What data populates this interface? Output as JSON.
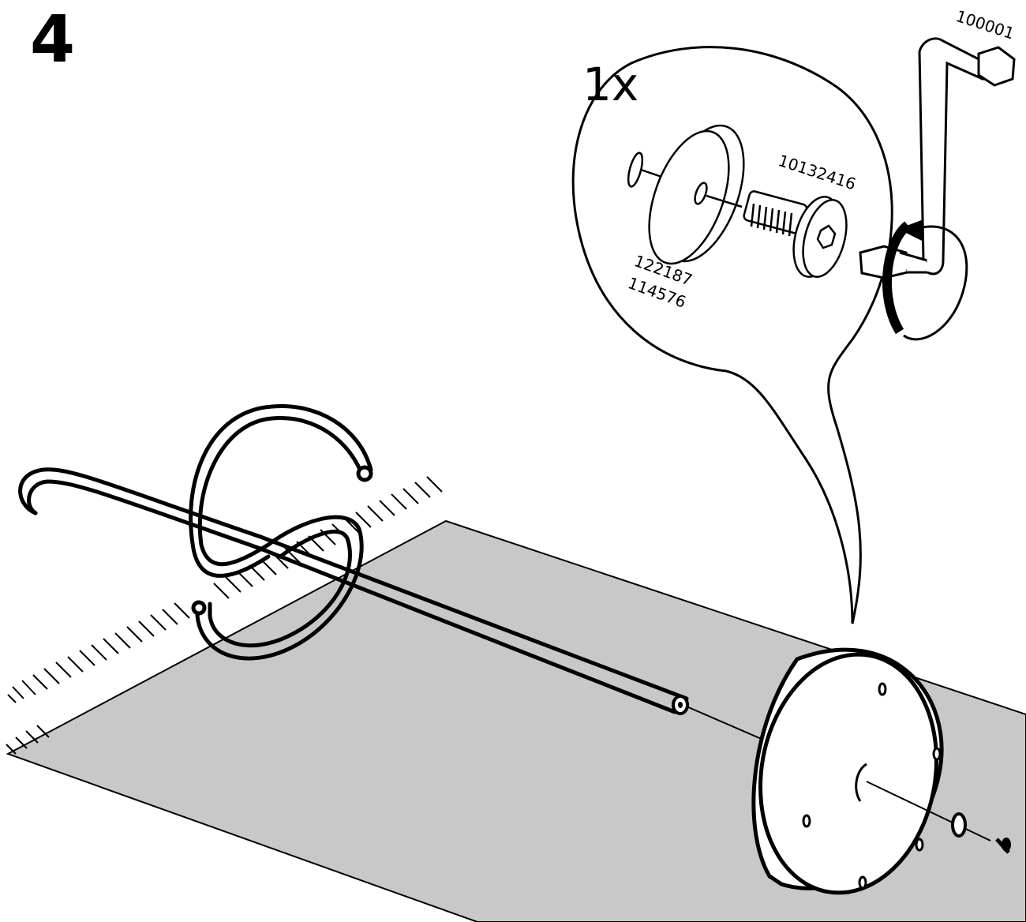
{
  "step": {
    "number": "4"
  },
  "callout": {
    "quantity": "1x",
    "parts": {
      "washer_numbers": [
        "122187",
        "114576"
      ],
      "bolt_number": "10132416",
      "tool_number": "100001"
    }
  },
  "colors": {
    "line": "#000000",
    "floor": "#c8c8c8",
    "fill": "#ffffff"
  }
}
